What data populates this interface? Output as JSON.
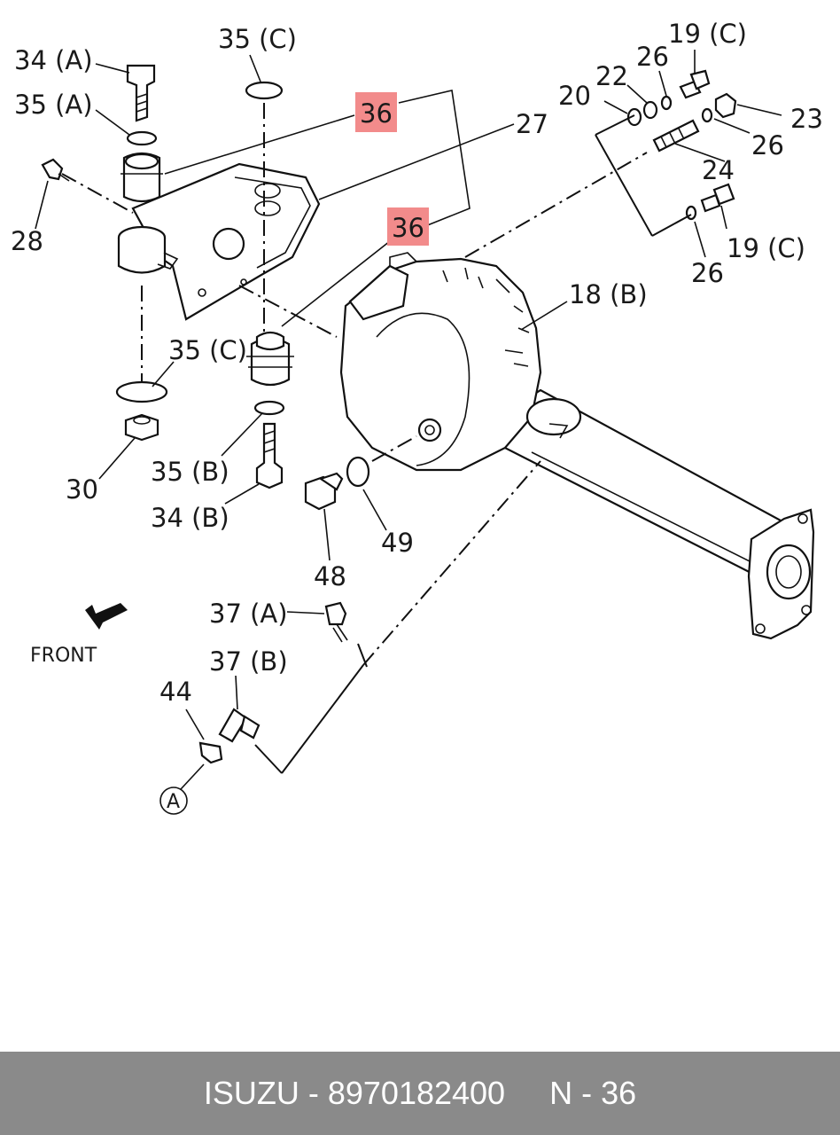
{
  "labels": {
    "l34a": "34 (A)",
    "l35a": "35 (A)",
    "l35c_top": "35 (C)",
    "l36_top": "36",
    "l27": "27",
    "l36_mid": "36",
    "l28": "28",
    "l35c_mid": "35 (C)",
    "l35b": "35 (B)",
    "l30": "30",
    "l34b": "34 (B)",
    "l20": "20",
    "l22": "22",
    "l26_a": "26",
    "l19c_top": "19 (C)",
    "l23": "23",
    "l26_b": "26",
    "l24": "24",
    "l19c_bot": "19 (C)",
    "l26_c": "26",
    "l18b": "18 (B)",
    "l49": "49",
    "l48": "48",
    "l37a": "37 (A)",
    "l37b": "37 (B)",
    "l44": "44",
    "lA": "A",
    "front": "FRONT"
  },
  "highlight_color": "#f28b8b",
  "footer": {
    "brand": "ISUZU - 8970182400",
    "ref": "N - 36"
  }
}
